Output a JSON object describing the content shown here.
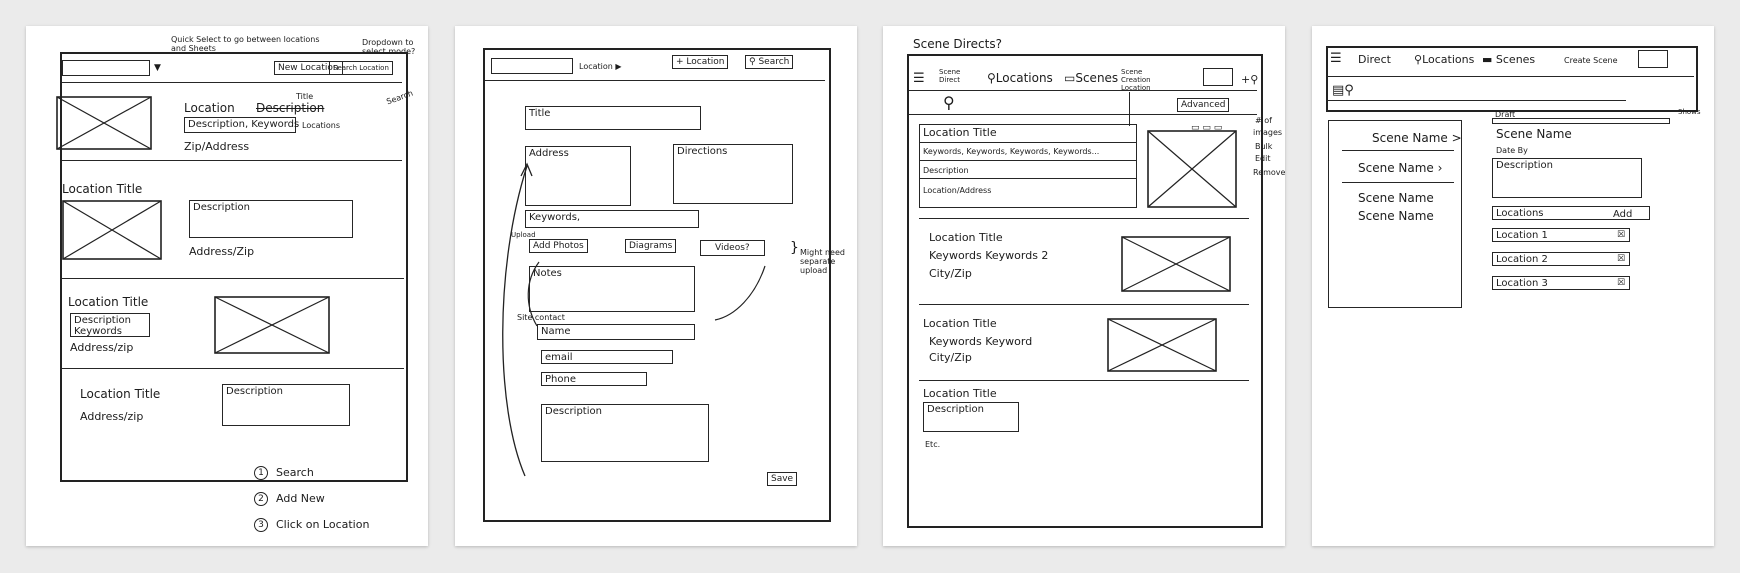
{
  "sheet1": {
    "note_quick_select": "Quick Select to go between locations and Sheets",
    "note_dropdown": "Dropdown to select mode?",
    "btn_new_location": "New Location",
    "btn_search": "Search Location",
    "note_search": "Search",
    "loc0_title": "Location",
    "loc0_strike": "Description",
    "loc0_title_note": "Title",
    "loc0_desc": "Description, Keywords",
    "loc0_desc_note": "Locations",
    "loc0_address": "Zip/Address",
    "loc1_title": "Location Title",
    "loc1_desc": "Description",
    "loc1_address": "Address/Zip",
    "loc2_title": "Location Title",
    "loc2_desc": "Description",
    "loc2_keywords": "Keywords",
    "loc2_address": "Address/zip",
    "loc3_title": "Location Title",
    "loc3_desc": "Description",
    "loc3_address": "Address/zip",
    "steps": [
      {
        "n": "1",
        "label": "Search"
      },
      {
        "n": "2",
        "label": "Add New"
      },
      {
        "n": "3",
        "label": "Click on Location"
      }
    ]
  },
  "sheet2": {
    "crumb": "Location",
    "btn_add_location": "+ Location",
    "btn_search": "Search",
    "field_title": "Title",
    "field_address": "Address",
    "field_directions": "Directions",
    "field_keywords": "Keywords,",
    "upload_label": "Upload",
    "btn_photos": "Add Photos",
    "btn_diagrams": "Diagrams",
    "btn_videos": "Videos?",
    "note_videos": "Might need separate upload",
    "field_notes": "Notes",
    "contact_label": "Site contact",
    "field_name": "Name",
    "field_email": "email",
    "field_phone": "Phone",
    "field_description": "Description",
    "btn_save": "Save"
  },
  "sheet3": {
    "header_note": "Scene Directs?",
    "nav_direct": "Scene Direct",
    "nav_locations": "Locations",
    "nav_scenes": "Scenes",
    "nav_create": "Scene Creation Location",
    "btn_advanced": "Advanced",
    "side_notes": [
      "# of",
      "images",
      "Bulk",
      "Edit",
      "Remove"
    ],
    "card1_title": "Location Title",
    "card1_keywords": "Keywords, Keywords, Keywords, Keywords...",
    "card1_desc": "Description",
    "card1_address": "Location/Address",
    "card2_title": "Location Title",
    "card2_keywords": "Keywords Keywords 2",
    "card2_city": "City/Zip",
    "card3_title": "Location Title",
    "card3_keywords": "Keywords Keyword",
    "card3_city": "City/Zip",
    "card4_title": "Location Title",
    "card4_desc": "Description",
    "card4_foot": "Etc."
  },
  "sheet4": {
    "nav_direct": "Direct",
    "nav_locations": "Locations",
    "nav_scenes": "Scenes",
    "nav_create": "Create Scene",
    "note_draft": "Draft",
    "note_shows": "Shows",
    "list": [
      "Scene Name",
      "Scene Name",
      "Scene Name",
      "Scene Name"
    ],
    "detail_title": "Scene Name",
    "detail_date": "Date By",
    "detail_desc": "Description",
    "locations_label": "Locations",
    "locations_add": "Add",
    "locations": [
      "Location 1",
      "Location 2",
      "Location 3"
    ]
  }
}
